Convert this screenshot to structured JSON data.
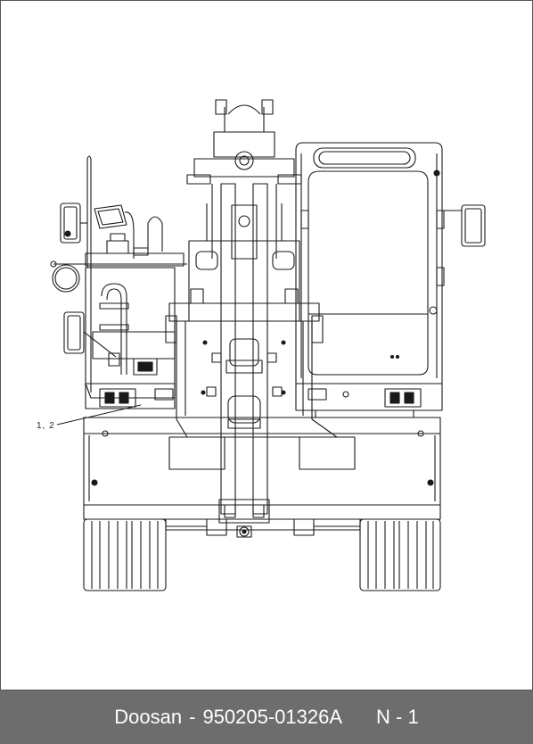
{
  "diagram": {
    "callout_label": "1, 2"
  },
  "footer": {
    "brand": "Doosan",
    "separator": "-",
    "part_number": "950205-01326A",
    "page_label": "N - 1",
    "background_color": "#6d6d6d",
    "text_color": "#ffffff"
  }
}
